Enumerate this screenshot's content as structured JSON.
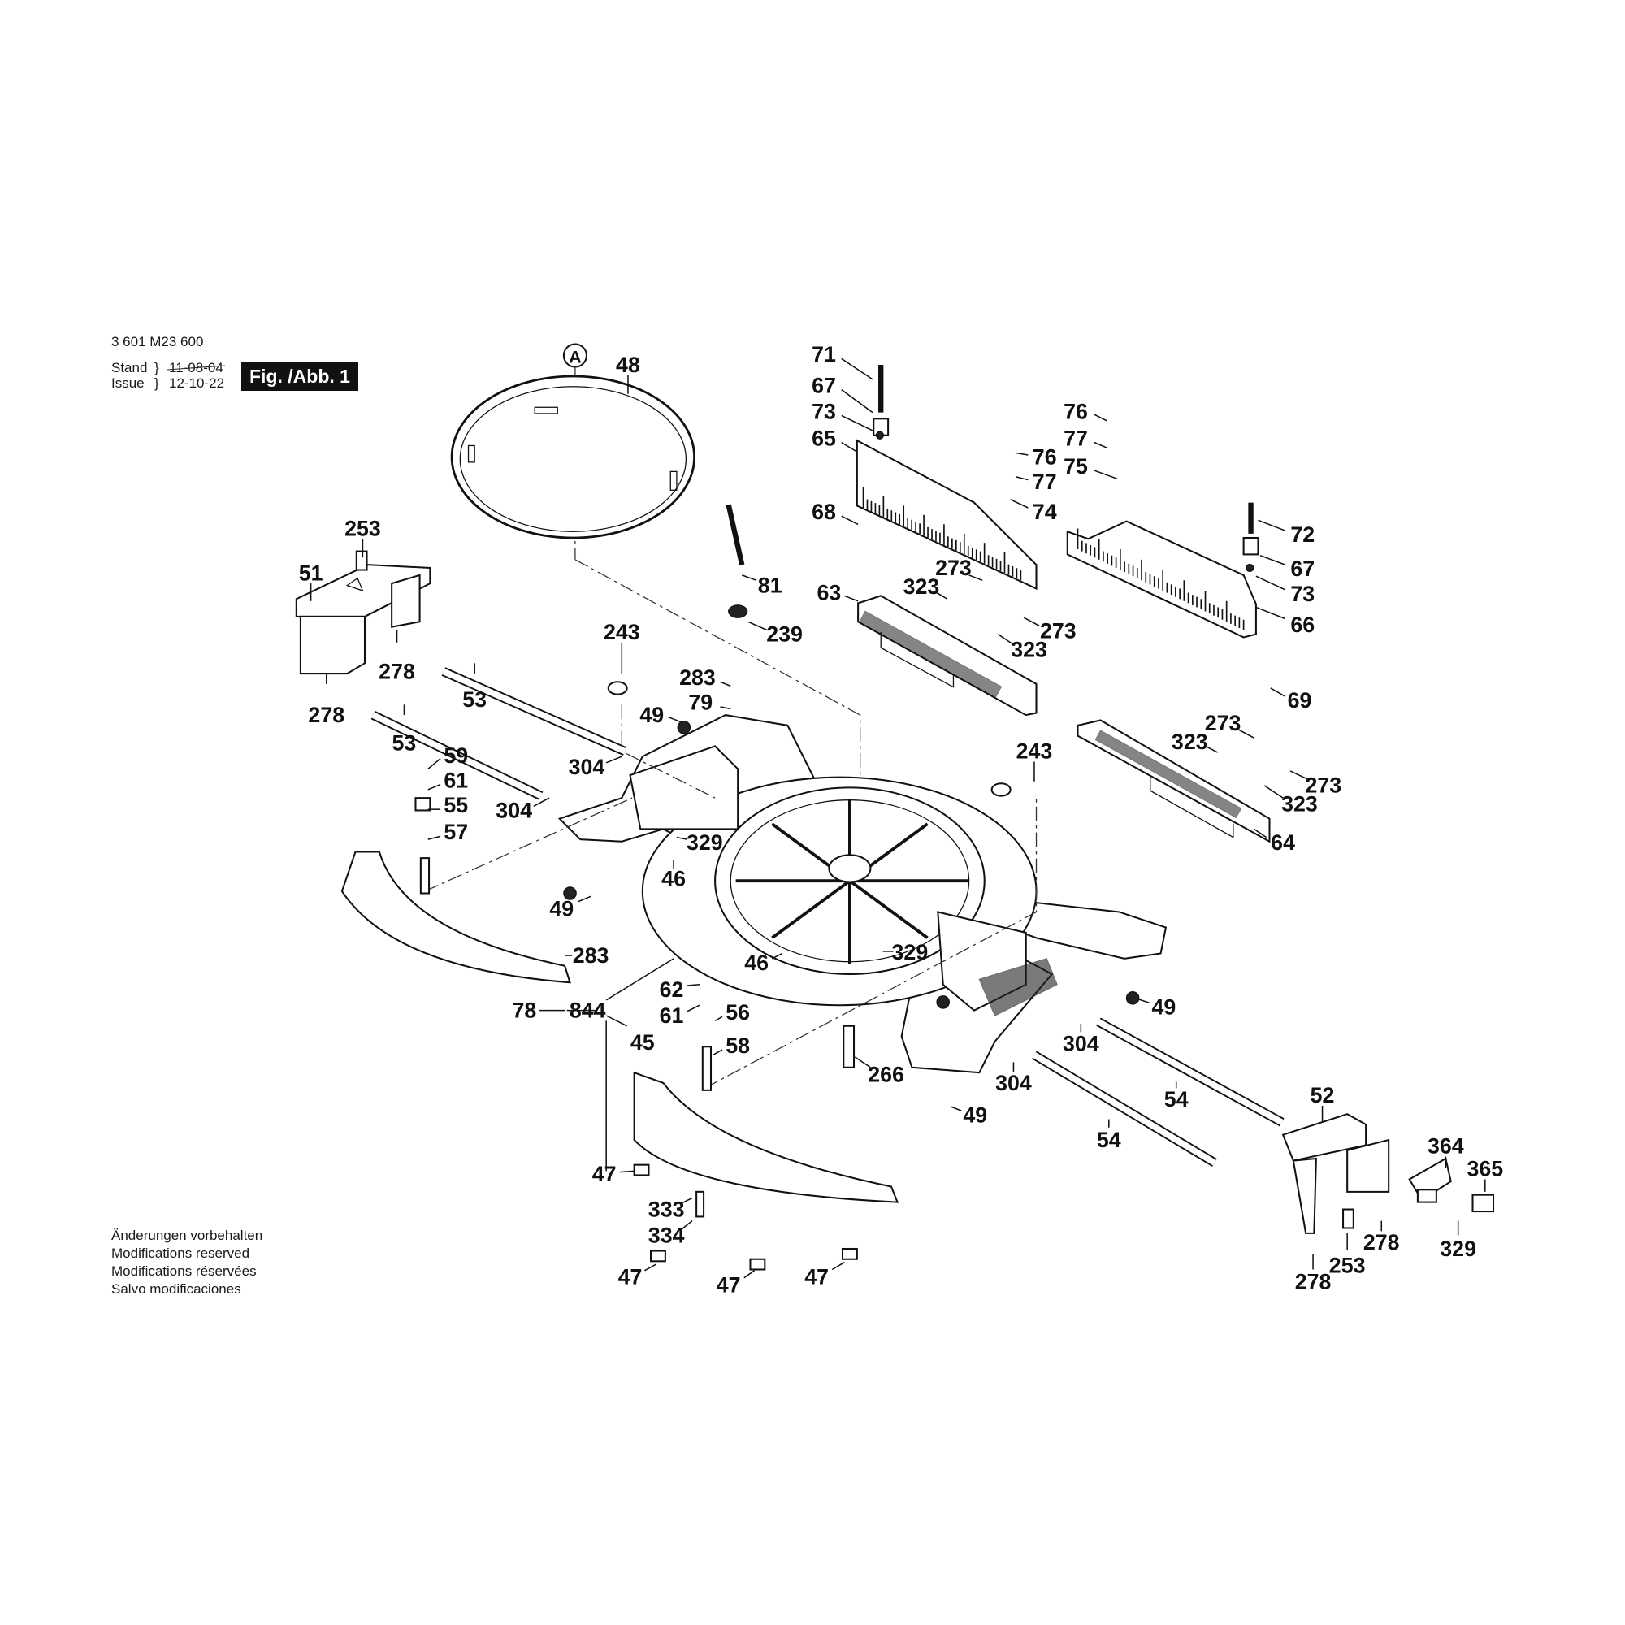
{
  "header": {
    "document_number": "3 601 M23 600",
    "stand_label": "Stand",
    "issue_label": "Issue",
    "old_date": "11-08-04",
    "issue_date": "12-10-22",
    "figure_label": "Fig. /Abb. 1"
  },
  "notes": [
    "Änderungen vorbehalten",
    "Modifications reserved",
    "Modifications réservées",
    "Salvo modificaciones"
  ],
  "reference_marker": "A",
  "callouts": [
    {
      "id": "c48",
      "label": "48"
    },
    {
      "id": "c71",
      "label": "71"
    },
    {
      "id": "c67a",
      "label": "67"
    },
    {
      "id": "c73a",
      "label": "73"
    },
    {
      "id": "c65",
      "label": "65"
    },
    {
      "id": "c76a",
      "label": "76"
    },
    {
      "id": "c77a",
      "label": "77"
    },
    {
      "id": "c75",
      "label": "75"
    },
    {
      "id": "c76b",
      "label": "76"
    },
    {
      "id": "c77b",
      "label": "77"
    },
    {
      "id": "c74",
      "label": "74"
    },
    {
      "id": "c68",
      "label": "68"
    },
    {
      "id": "c72",
      "label": "72"
    },
    {
      "id": "c67b",
      "label": "67"
    },
    {
      "id": "c73b",
      "label": "73"
    },
    {
      "id": "c66",
      "label": "66"
    },
    {
      "id": "c81",
      "label": "81"
    },
    {
      "id": "c239",
      "label": "239"
    },
    {
      "id": "c273a",
      "label": "273"
    },
    {
      "id": "c323a",
      "label": "323"
    },
    {
      "id": "c63",
      "label": "63"
    },
    {
      "id": "c273b",
      "label": "273"
    },
    {
      "id": "c323b",
      "label": "323"
    },
    {
      "id": "c69",
      "label": "69"
    },
    {
      "id": "c273c",
      "label": "273"
    },
    {
      "id": "c323c",
      "label": "323"
    },
    {
      "id": "c273d",
      "label": "273"
    },
    {
      "id": "c323d",
      "label": "323"
    },
    {
      "id": "c64",
      "label": "64"
    },
    {
      "id": "c243a",
      "label": "243"
    },
    {
      "id": "c243b",
      "label": "243"
    },
    {
      "id": "c283a",
      "label": "283"
    },
    {
      "id": "c79",
      "label": "79"
    },
    {
      "id": "c49a",
      "label": "49"
    },
    {
      "id": "c253a",
      "label": "253"
    },
    {
      "id": "c51",
      "label": "51"
    },
    {
      "id": "c278a",
      "label": "278"
    },
    {
      "id": "c278b",
      "label": "278"
    },
    {
      "id": "c53a",
      "label": "53"
    },
    {
      "id": "c53b",
      "label": "53"
    },
    {
      "id": "c304a",
      "label": "304"
    },
    {
      "id": "c304b",
      "label": "304"
    },
    {
      "id": "c59",
      "label": "59"
    },
    {
      "id": "c61a",
      "label": "61"
    },
    {
      "id": "c55",
      "label": "55"
    },
    {
      "id": "c57",
      "label": "57"
    },
    {
      "id": "c329a",
      "label": "329"
    },
    {
      "id": "c46a",
      "label": "46"
    },
    {
      "id": "c49b",
      "label": "49"
    },
    {
      "id": "c283b",
      "label": "283"
    },
    {
      "id": "c46b",
      "label": "46"
    },
    {
      "id": "c329b",
      "label": "329"
    },
    {
      "id": "c78",
      "label": "78"
    },
    {
      "id": "c844",
      "label": "844"
    },
    {
      "id": "c62",
      "label": "62"
    },
    {
      "id": "c61b",
      "label": "61"
    },
    {
      "id": "c56",
      "label": "56"
    },
    {
      "id": "c45",
      "label": "45"
    },
    {
      "id": "c58",
      "label": "58"
    },
    {
      "id": "c266",
      "label": "266"
    },
    {
      "id": "c49c",
      "label": "49"
    },
    {
      "id": "c304c",
      "label": "304"
    },
    {
      "id": "c304d",
      "label": "304"
    },
    {
      "id": "c49d",
      "label": "49"
    },
    {
      "id": "c54a",
      "label": "54"
    },
    {
      "id": "c54b",
      "label": "54"
    },
    {
      "id": "c52",
      "label": "52"
    },
    {
      "id": "c364",
      "label": "364"
    },
    {
      "id": "c365",
      "label": "365"
    },
    {
      "id": "c278c",
      "label": "278"
    },
    {
      "id": "c329c",
      "label": "329"
    },
    {
      "id": "c253b",
      "label": "253"
    },
    {
      "id": "c278d",
      "label": "278"
    },
    {
      "id": "c47a",
      "label": "47"
    },
    {
      "id": "c333",
      "label": "333"
    },
    {
      "id": "c334",
      "label": "334"
    },
    {
      "id": "c47b",
      "label": "47"
    },
    {
      "id": "c47c",
      "label": "47"
    },
    {
      "id": "c47d",
      "label": "47"
    }
  ]
}
